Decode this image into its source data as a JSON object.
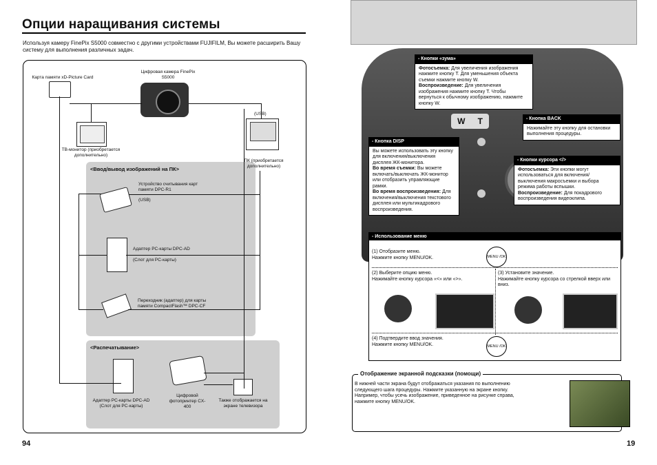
{
  "left_page": {
    "title": "Опции наращивания системы",
    "intro": "Используя камеру FinePix S5000 совместно с другими устройствами FUJIFILM, Вы можете расширить Вашу систему для выполнения различных задач.",
    "memory_card": "Карта памяти xD-Picture Card",
    "camera_label": "Цифровая камера FinePix S5000",
    "tv_label": "ТВ-монитор (приобретается дополнительно)",
    "usb": "(USB)",
    "pc_label": "ПК (приобретается дополнительно)",
    "section_io": "<Ввод/вывод изображений на ПК>",
    "reader_label": "Устройство считывания карт памяти DPC-R1",
    "reader_usb": "(USB)",
    "adapter_label": "Адаптер PC-карты DPC-AD",
    "adapter_slot": "(Слот для PC-карты)",
    "cf_label": "Переходник (адаптер) для карты памяти CompactFlash™ DPC-CF",
    "section_print": "<Распечатывание>",
    "print_adapter_label": "Адаптер PC-карты DPC-AD (Слот для PC-карты)",
    "printer_label": "Цифровой фотопринтер CX-400",
    "tv2_label": "Также отображается на экране телевизора",
    "page_number": "94"
  },
  "right_page": {
    "zoom": {
      "header": "- Кнопки «зума»",
      "t1": "Фотосъемка:",
      "b1": " Для увеличения изображения нажмите кнопку T. Для уменьшения объекта съемки нажмите кнопку W.",
      "t2": "Воспроизведение:",
      "b2": " Для увеличения изображения нажмите кнопку T. Чтобы вернуться к обычному изображению, нажмите кнопку W."
    },
    "back": {
      "header": "- Кнопка BACK",
      "body": "Нажимайте эту кнопку для остановки выполнения процедуры."
    },
    "disp": {
      "header": "- Кнопка DISP",
      "b0": "Вы можете использовать эту кнопку для включения/выключения дисплея ЖК-монитора.",
      "t1": "Во время съемки:",
      "b1": " Вы можете включать/выключать ЖК-монитор или отобразить управляющие рамки.",
      "t2": "Во время воспроизведения:",
      "b2": " Для включения/выключения текстового дисплея или мультикадрового воспроизведения."
    },
    "cursor": {
      "header": "- Кнопки курсора </>",
      "t1": "Фотосъемка:",
      "b1": " Эти кнопки могут использоваться для включения/выключения макросъемки и выбора режима работы вспышки.",
      "t2": "Воспроизведение:",
      "b2": " Для покадрового воспроизведения видеоклипа."
    },
    "menu": {
      "header": "- Использование меню",
      "step1": "(1) Отобразите меню.\nНажмите кнопку MENU/OK.",
      "step2": "(2) Выберите опцию меню.\nНажимайте кнопку курсора «<» или «>».",
      "step3": "(3) Установите значение.\nНажимайте кнопку курсора со стрелкой вверх или вниз.",
      "step4": "(4) Подтвердите ввод значения.\nНажмите кнопку MENU/OK.",
      "btn": "MENU /OK"
    },
    "help": {
      "title": "Отображение экранной подсказки (помощи)",
      "body": "В нижней части экрана будут отображаться указания по выполнению следующего шага процедуры. Нажмите указанную на экране кнопку.\nНапример, чтобы усечь изображение, приведенное на рисунке справа, нажмите кнопку MENU/OK."
    },
    "page_number": "19"
  }
}
